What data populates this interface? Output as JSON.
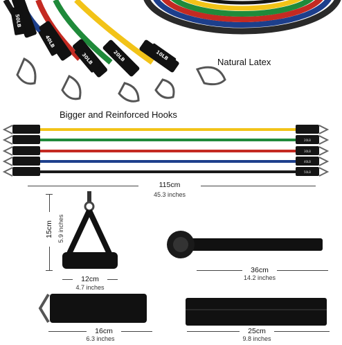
{
  "captions": {
    "natural_latex": "Natural Latex",
    "hooks": "Bigger and Reinforced Hooks"
  },
  "tube_labels": [
    "10LB",
    "20LB",
    "30LB",
    "40LB",
    "50LB"
  ],
  "band_tabs": [
    "",
    "20LB",
    "30LB",
    "40LB",
    "50LB"
  ],
  "band_colors": {
    "yellow": "#f2c318",
    "green": "#1f8a3a",
    "red": "#c42a22",
    "blue": "#1d3f8c",
    "black": "#1a1a1a"
  },
  "dimensions": {
    "tube_length": {
      "cm": "115cm",
      "in": "45.3 inches"
    },
    "handle_height": {
      "cm": "15cm",
      "in": "5.9 inches"
    },
    "handle_width": {
      "cm": "12cm",
      "in": "4.7 inches"
    },
    "door_anchor": {
      "cm": "36cm",
      "in": "14.2 inches"
    },
    "ankle_strap": {
      "cm": "16cm",
      "in": "6.3 inches"
    },
    "carry_bag": {
      "cm": "25cm",
      "in": "9.8 inches"
    }
  }
}
